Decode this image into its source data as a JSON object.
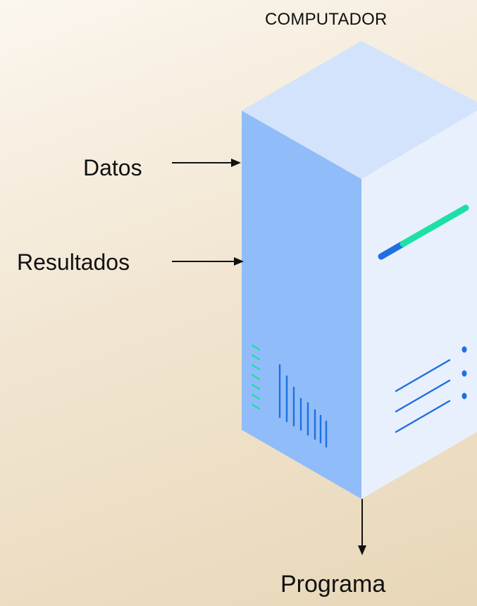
{
  "diagram": {
    "title": "COMPUTADOR",
    "inputs": [
      {
        "label": "Datos"
      },
      {
        "label": "Resultados"
      }
    ],
    "output": {
      "label": "Programa"
    },
    "colors": {
      "top_face": "#d3e3fb",
      "left_face": "#90bdf9",
      "right_face": "#e8f0fd",
      "accent_green": "#1de0a6",
      "accent_blue": "#1f6fe0",
      "arrow": "#111111"
    }
  }
}
